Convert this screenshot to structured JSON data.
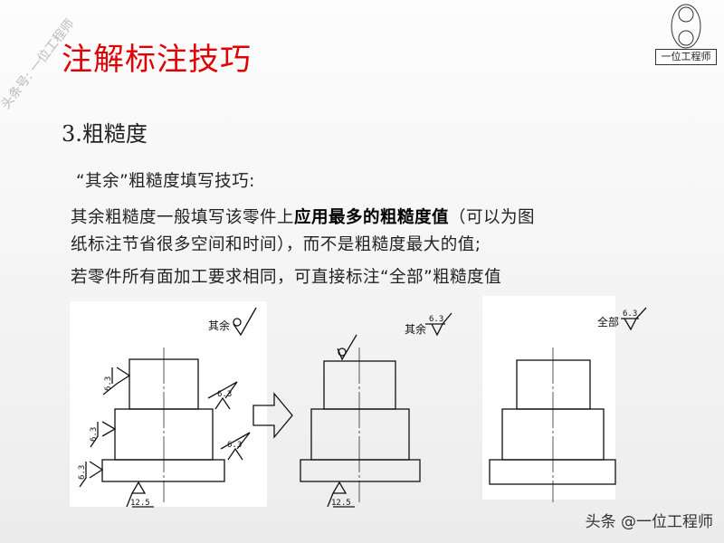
{
  "watermark": "头条号: 一位工程师",
  "title": "注解标注技巧",
  "logo": {
    "label": "一位工程师"
  },
  "section": "3.粗糙度",
  "subheading": "“其余”粗糙度填写技巧:",
  "paragraph": {
    "line1_pre": "其余粗糙度一般填写该零件上",
    "line1_highlight": "应用最多的粗糙度值",
    "line1_post": "（可以为图",
    "line2": "纸标注节省很多空间和时间），而不是粗糙度最大的值;",
    "line3": "若零件所有面加工要求相同，可直接标注“全部”粗糙度值"
  },
  "figures": {
    "fig1": {
      "note": "其余",
      "values": [
        "6.3",
        "6.3",
        "6.3",
        "6.3",
        "6.3",
        "12.5"
      ]
    },
    "fig2": {
      "note": "其余",
      "note_value": "6.3",
      "bottom_value": "12.5"
    },
    "fig3": {
      "note": "全部",
      "note_value": "6.3"
    }
  },
  "footer": "头条 @一位工程师",
  "colors": {
    "title": "#e00000"
  }
}
